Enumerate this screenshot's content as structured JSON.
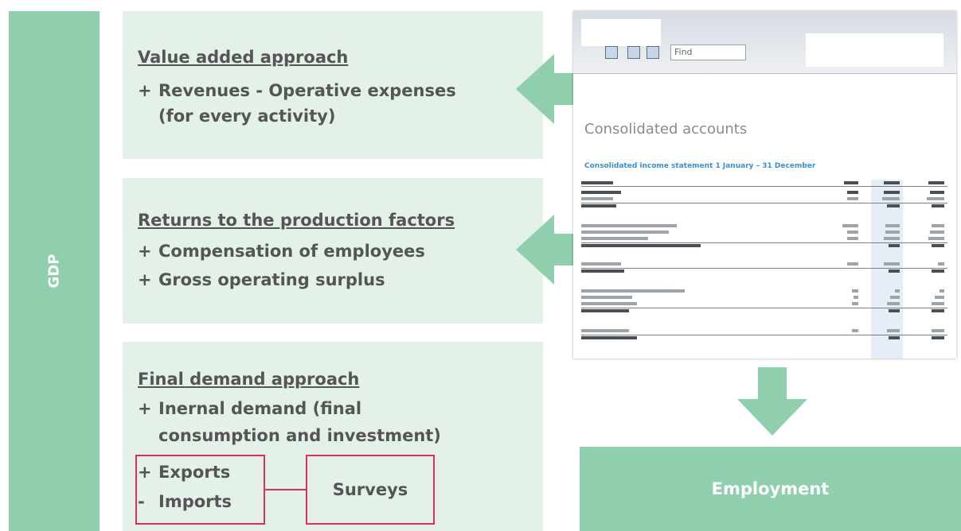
{
  "gdp": {
    "label": "GDP"
  },
  "value_added": {
    "title": "Value added approach",
    "sign": "+",
    "line1": "Revenues - Operative expenses",
    "line2": "(for every activity)"
  },
  "returns": {
    "title": "Returns to the production factors",
    "items": [
      {
        "sign": "+",
        "text": "Compensation of employees"
      },
      {
        "sign": "+",
        "text": "Gross operating surplus"
      }
    ]
  },
  "final_demand": {
    "title": "Final demand approach",
    "sign": "+",
    "line1": "Inernal demand (final",
    "line2": "consumption and investment)",
    "trade": [
      {
        "sign": "+",
        "text": "Exports"
      },
      {
        "sign": "-",
        "text": "Imports"
      }
    ],
    "surveys": "Surveys"
  },
  "document": {
    "find_label": "Find",
    "heading": "Consolidated accounts",
    "subheading": "Consolidated income statement 1 January – 31 December"
  },
  "employment": {
    "label": "Employment"
  },
  "colors": {
    "green": "#8fcfad",
    "light_green": "#e3f1e8",
    "red": "#dc2f5a",
    "text": "#555555"
  }
}
